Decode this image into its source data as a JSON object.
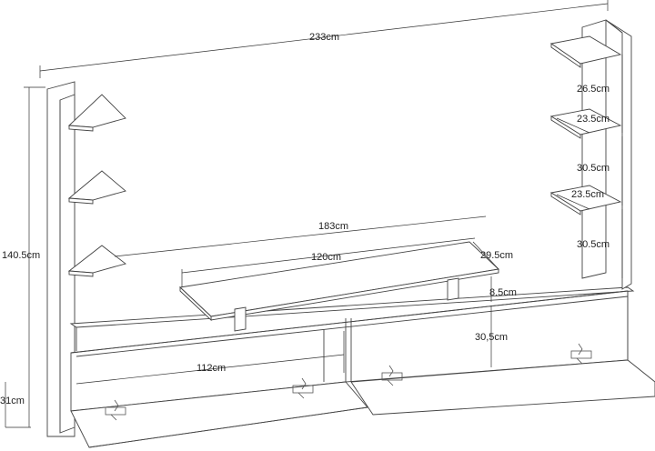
{
  "dimensions": {
    "total_width": "233cm",
    "total_height": "140.5cm",
    "depth": "31cm",
    "shelf_length": "183cm",
    "tabletop_length": "120cm",
    "tabletop_depth": "29.5cm",
    "tabletop_height": "8.5cm",
    "top_shelf_spacing": "26.5cm",
    "shelf_depth_upper": "23.5cm",
    "shelf_depth_lower": "23.5cm",
    "mid_shelf_spacing": "30.5cm",
    "low_shelf_spacing": "30.5cm",
    "cabinet_height": "30,5cm",
    "cabinet_width": "112cm"
  }
}
